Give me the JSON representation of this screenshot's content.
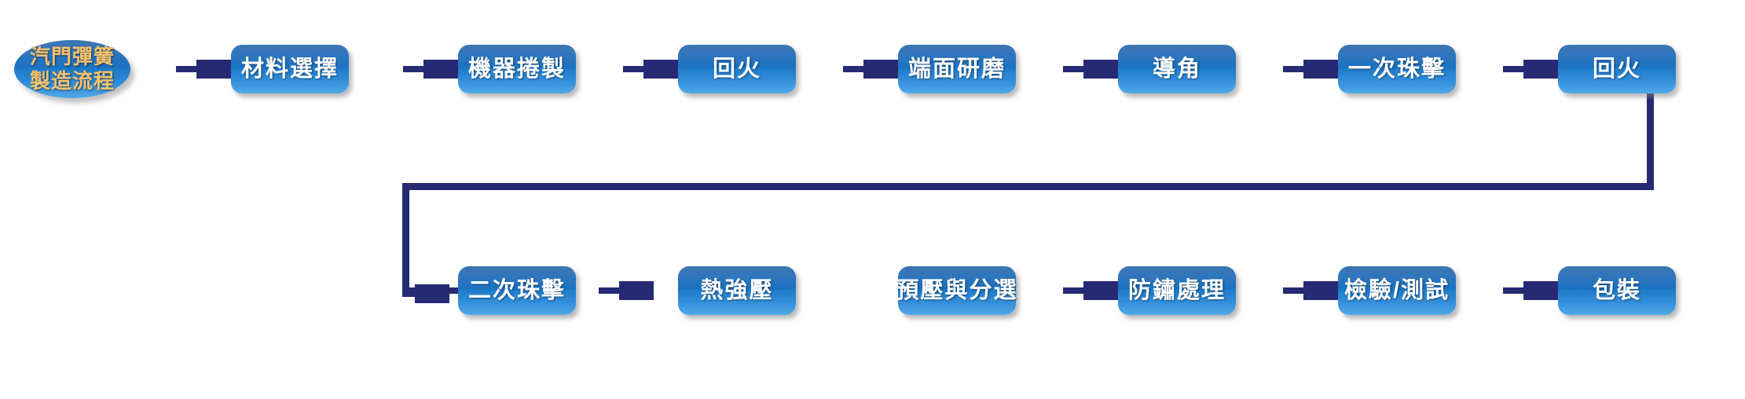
{
  "diagram": {
    "title": "汽門彈簧製造流程",
    "type": "flowchart",
    "orientation": "horizontal-serpentine",
    "colors": {
      "node_fill_top": "#3c76b4",
      "node_fill_mid": "#1b72c2",
      "node_fill_bottom": "#51a8e8",
      "node_text": "#ffffff",
      "start_text": "#fbc26b",
      "connector": "#262a72",
      "background": "#ffffff"
    }
  },
  "rows": {
    "row1": [
      {
        "id": "start",
        "label_line1": "汽門彈簧",
        "label_line2": "製造流程",
        "shape": "terminator"
      },
      {
        "id": "n01",
        "label": "材料選擇",
        "shape": "process"
      },
      {
        "id": "n02",
        "label": "機器捲製",
        "shape": "process"
      },
      {
        "id": "n03",
        "label": "回火",
        "shape": "process"
      },
      {
        "id": "n04",
        "label": "端面研磨",
        "shape": "process"
      },
      {
        "id": "n05",
        "label": "導角",
        "shape": "process"
      },
      {
        "id": "n06",
        "label": "一次珠擊",
        "shape": "process"
      },
      {
        "id": "n07",
        "label": "回火",
        "shape": "process"
      }
    ],
    "row2": [
      {
        "id": "n08",
        "label": "二次珠擊",
        "shape": "process"
      },
      {
        "id": "n09",
        "label": "熱強壓",
        "shape": "process"
      },
      {
        "id": "n10",
        "label": "預壓與分選",
        "shape": "process"
      },
      {
        "id": "n11",
        "label": "防鏽處理",
        "shape": "process"
      },
      {
        "id": "n12",
        "label": "檢驗/測試",
        "shape": "process"
      },
      {
        "id": "n13",
        "label": "包裝",
        "shape": "process"
      }
    ]
  },
  "connectors": {
    "count": 13,
    "style": "solid-line-with-block-arrowhead",
    "wrap_note": "回火 (row1 last) wraps down and left into 二次珠擊 (row2 first)"
  }
}
